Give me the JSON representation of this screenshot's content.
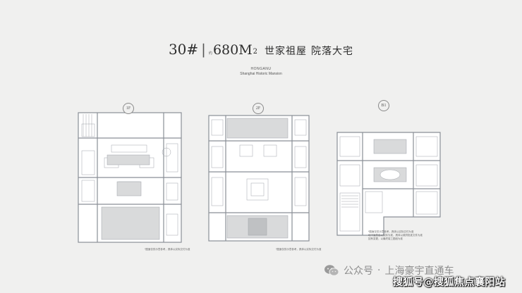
{
  "title": {
    "building": "30#",
    "separator": "|",
    "area_prefix": "约",
    "area": "680M",
    "area_sup": "2",
    "name_a": "世家祖屋",
    "name_b": "院落大宅"
  },
  "project": {
    "name": "HONGANU",
    "subtitle": "Shanghai Historic Mansion"
  },
  "plans": [
    {
      "floor": "1F",
      "note": "*图面仅供示意参考，具体以实际交付为准"
    },
    {
      "floor": "2F",
      "note": "*图面仅供示意参考，具体以实际交付为准"
    },
    {
      "floor": "B1",
      "note": "*图面仅供示意参考，具体以实际交付为准\n地下室层高以实际为准，具体以政府批准文件为准\n如有变更，以最终竣工图纸为准"
    }
  ],
  "watermark": {
    "icon": "wechat-icon",
    "platform": "公众号",
    "dot": "·",
    "account": "上海豪宇直通车",
    "site": "搜狐号@搜狐焦点襄阳站"
  },
  "colors": {
    "background": "#f0f0ef",
    "wall": "#8a8f96",
    "room_fill": "#ffffff",
    "accent_fill": "#d9dadb",
    "text": "#3a3a3a"
  }
}
